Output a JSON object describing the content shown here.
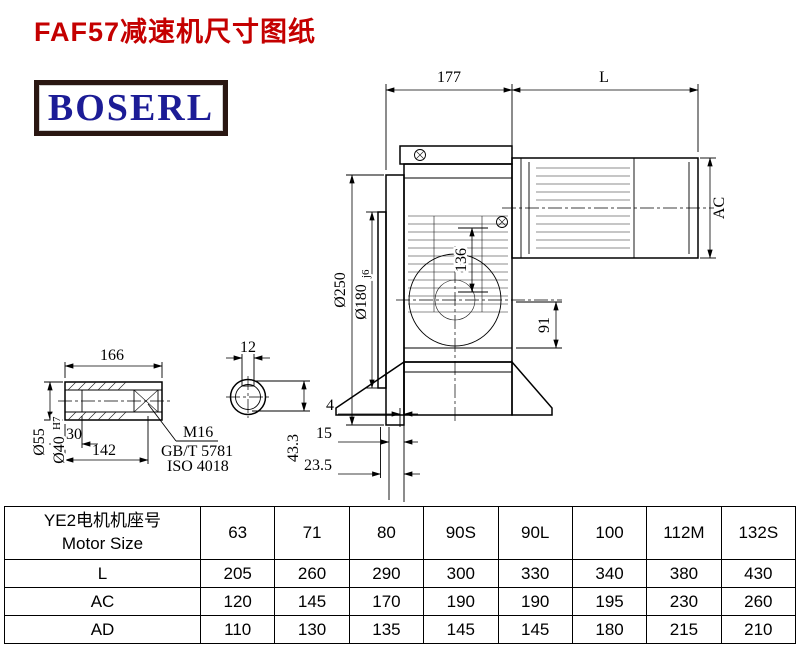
{
  "title": {
    "text": "FAF57减速机尺寸图纸"
  },
  "logo": {
    "text": "BOSERL"
  },
  "colors": {
    "title": "#c40000",
    "logo_text": "#1c1c96",
    "logo_border": "#2a1712"
  },
  "drawing": {
    "top": {
      "d177": "177",
      "L": "L"
    },
    "motor": {
      "AC": "AC"
    },
    "housing": {
      "d136": "136",
      "d91": "91"
    },
    "flange": {
      "d250": "Ø250",
      "d180": "Ø180",
      "d180_fit": "j6",
      "d4": "4",
      "d15": "15",
      "d23_5": "23.5"
    },
    "shaft": {
      "d166": "166",
      "d12": "12",
      "d43_3": "43.3",
      "d55": "Ø55",
      "d40": "Ø40",
      "d40_fit": "H7",
      "d30": "30",
      "d142": "142",
      "thread": "M16",
      "std1": "GB/T 5781",
      "std2": "ISO 4018"
    }
  },
  "table": {
    "header_cn": "YE2电机机座号",
    "header_en": "Motor Size",
    "columns": [
      "63",
      "71",
      "80",
      "90S",
      "90L",
      "100",
      "112M",
      "132S"
    ],
    "rows": [
      {
        "label": "L",
        "values": [
          "205",
          "260",
          "290",
          "300",
          "330",
          "340",
          "380",
          "430"
        ]
      },
      {
        "label": "AC",
        "values": [
          "120",
          "145",
          "170",
          "190",
          "190",
          "195",
          "230",
          "260"
        ]
      },
      {
        "label": "AD",
        "values": [
          "110",
          "130",
          "135",
          "145",
          "145",
          "180",
          "215",
          "210"
        ]
      }
    ]
  }
}
